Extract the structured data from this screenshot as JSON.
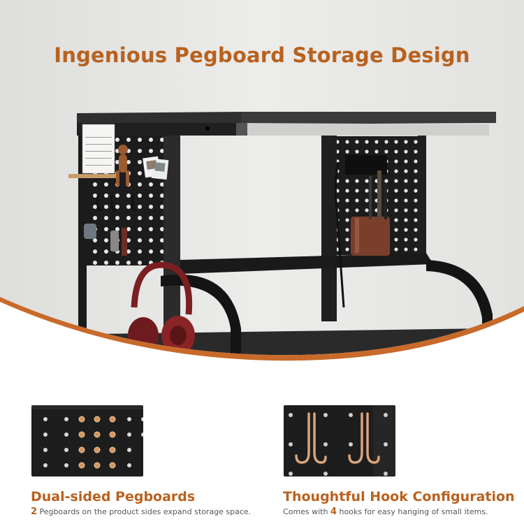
{
  "headline": "Ingenious Pegboard Storage Design",
  "features": [
    {
      "title": "Dual-sided Pegboards",
      "count": "2",
      "desc": " Pegboards on the product sides expand storage space.",
      "image_icon": "pegboard-icon"
    },
    {
      "title": "Thoughtful Hook Configuration",
      "desc_prefix": "Comes with ",
      "count": "4",
      "desc_suffix": " hooks for easy hanging of small items.",
      "image_icon": "hook-icon"
    }
  ],
  "colors": {
    "accent": "#b9611f",
    "desk": "#1e1e1e",
    "wall": "#e6e6e4",
    "wave": "#c86a2a"
  }
}
